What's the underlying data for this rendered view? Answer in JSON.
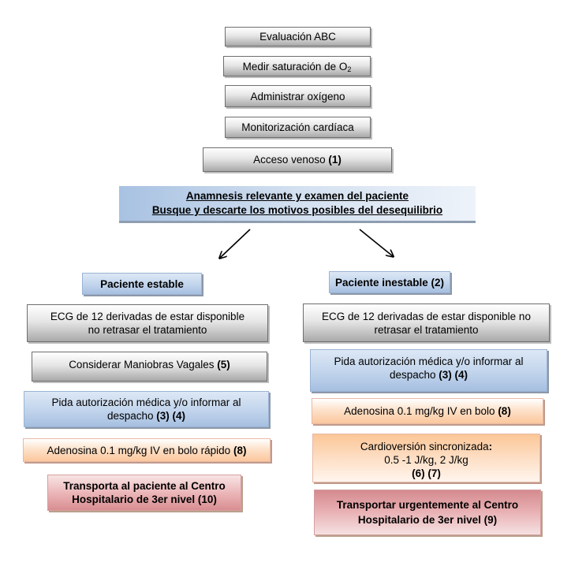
{
  "diagram": {
    "top_steps": [
      {
        "text": "Evaluación ABC"
      },
      {
        "text": "Medir saturación de O",
        "sub": "2"
      },
      {
        "text": "Administrar oxígeno"
      },
      {
        "text": "Monitorización cardíaca"
      },
      {
        "text": "Acceso venoso ",
        "ref": "(1)"
      }
    ],
    "assessment": {
      "line1": "Anamnesis relevante y examen del paciente",
      "line2": "Busque y descarte los motivos posibles del desequilibrio"
    },
    "stable": {
      "header": "Paciente estable",
      "steps": [
        {
          "line1": "ECG de 12 derivadas de estar disponible",
          "line2": "no retrasar el tratamiento"
        },
        {
          "text": "Considerar Maniobras Vagales ",
          "ref": "(5)"
        },
        {
          "line1": "Pida autorización médica y/o informar al",
          "line2": "despacho ",
          "ref": "(3) (4)"
        },
        {
          "text": "Adenosina 0.1 mg/kg IV en bolo rápido ",
          "ref": "(8)"
        },
        {
          "line1": "Transporta al paciente al Centro",
          "line2": "Hospitalario de 3er nivel (10)"
        }
      ]
    },
    "unstable": {
      "header": "Paciente inestable (2)",
      "steps": [
        {
          "line1": "ECG de 12 derivadas de estar disponible no",
          "line2": "retrasar el tratamiento"
        },
        {
          "line1": "Pida autorización médica y/o informar al",
          "line2": "despacho ",
          "ref": "(3) (4)"
        },
        {
          "text": "Adenosina 0.1 mg/kg IV en bolo ",
          "ref": "(8)"
        },
        {
          "line1": "Cardioversión sincronizada",
          "colon": ":",
          "line2": "0.5 -1 J/kg, 2 J/kg",
          "ref": "(6) (7)"
        },
        {
          "line1": "Transportar urgentemente al Centro",
          "line2": "Hospitalario de 3er nivel (9)"
        }
      ]
    },
    "colors": {
      "gray_box": "#a9a9a9",
      "blue_box": "#a8c2e2",
      "orange_box": "#fbc79c",
      "red_box": "#d98d91"
    }
  }
}
